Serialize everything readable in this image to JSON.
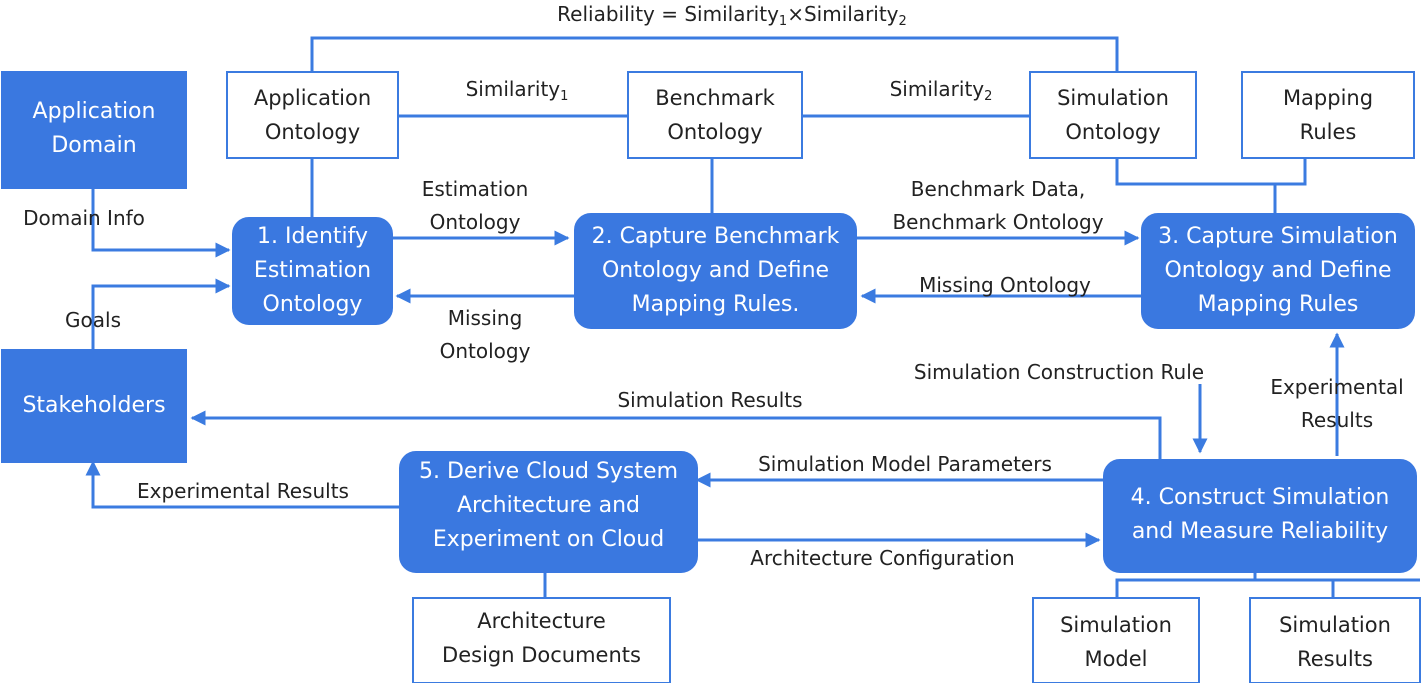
{
  "colors": {
    "accent": "#3a78e0",
    "line": "#3b7be0",
    "text": "#222222"
  },
  "formula": {
    "prefix": "Reliability = Similarity",
    "sub1": "1",
    "mid": "×Similarity",
    "sub2": "2"
  },
  "ontologies": {
    "application": [
      "Application",
      "Ontology"
    ],
    "benchmark": [
      "Benchmark",
      "Ontology"
    ],
    "simulation": [
      "Simulation",
      "Ontology"
    ],
    "mapping_rules": [
      "Mapping",
      "Rules"
    ],
    "architecture_docs": [
      "Architecture",
      "Design Documents"
    ],
    "simulation_model": [
      "Simulation",
      "Model"
    ],
    "simulation_results": [
      "Simulation",
      "Results"
    ]
  },
  "actors": {
    "application_domain": [
      "Application",
      "Domain"
    ],
    "stakeholders": "Stakeholders"
  },
  "steps": {
    "step1": [
      "1. Identify",
      "Estimation",
      "Ontology"
    ],
    "step2": [
      "2. Capture Benchmark",
      "Ontology and Define",
      "Mapping Rules."
    ],
    "step3": [
      "3. Capture Simulation",
      "Ontology and Define",
      "Mapping Rules"
    ],
    "step4": [
      "4. Construct Simulation",
      "and Measure Reliability"
    ],
    "step5": [
      "5. Derive Cloud System",
      "Architecture and",
      "Experiment on Cloud"
    ]
  },
  "edges": {
    "similarity1": {
      "text": "Similarity",
      "sub": "1"
    },
    "similarity2": {
      "text": "Similarity",
      "sub": "2"
    },
    "domain_info": "Domain Info",
    "goals": "Goals",
    "estimation_ontology": [
      "Estimation",
      "Ontology"
    ],
    "missing_ontology_left": [
      "Missing",
      "Ontology"
    ],
    "benchmark_data": [
      "Benchmark Data,",
      "Benchmark Ontology"
    ],
    "missing_ontology_right": "Missing Ontology",
    "simulation_construction_rule": "Simulation Construction Rule",
    "experimental_results_right": [
      "Experimental",
      "Results"
    ],
    "simulation_results": "Simulation Results",
    "simulation_model_parameters": "Simulation Model Parameters",
    "experimental_results_left": "Experimental Results",
    "architecture_configuration": "Architecture Configuration"
  }
}
